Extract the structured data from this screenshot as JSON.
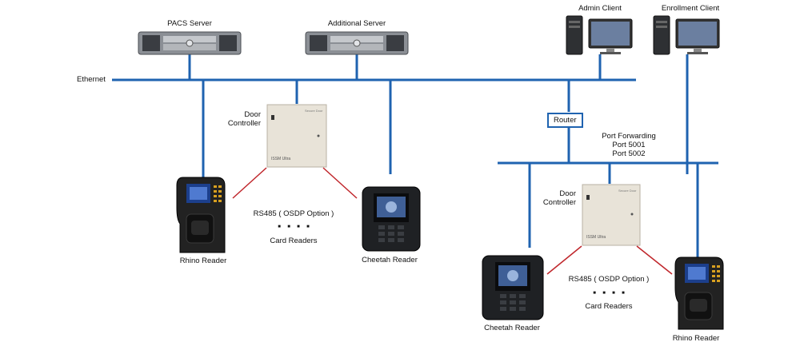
{
  "ethernet_label": "Ethernet",
  "servers": [
    {
      "label": "PACS Server"
    },
    {
      "label": "Additional Server"
    }
  ],
  "clients": [
    {
      "label": "Admin Client"
    },
    {
      "label": "Enrollment Client"
    }
  ],
  "left_site": {
    "door_controller_label": "Door\nController",
    "controller_text": "ISSM Ultra",
    "controller_brand": "Secure Door",
    "link_label": "RS485 ( OSDP Option )",
    "dots": "■     ■     ■     ■",
    "card_readers_label": "Card Readers",
    "rhino_label": "Rhino Reader",
    "cheetah_label": "Cheetah Reader"
  },
  "router_label": "Router",
  "port_forwarding": {
    "title": "Port Forwarding",
    "ports": [
      "Port 5001",
      "Port 5002"
    ]
  },
  "right_site": {
    "door_controller_label": "Door\nController",
    "controller_text": "ISSM Ultra",
    "controller_brand": "Secure Door",
    "link_label": "RS485 ( OSDP Option )",
    "dots": "■     ■     ■     ■",
    "card_readers_label": "Card Readers",
    "cheetah_label": "Cheetah Reader",
    "rhino_label": "Rhino Reader"
  },
  "colors": {
    "network_line": "#1f63b0",
    "rs485_line": "#c0262b"
  }
}
